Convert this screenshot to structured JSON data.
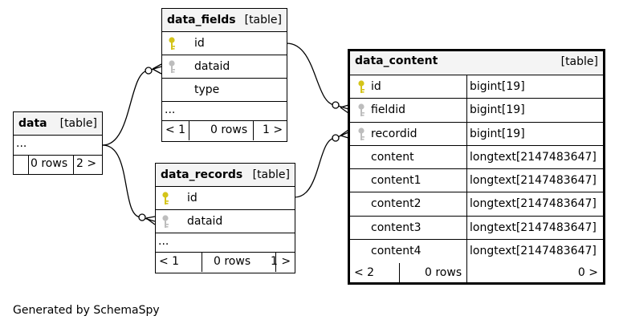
{
  "tables": {
    "data": {
      "name": "data",
      "kind": "[table]",
      "ellipsis": "...",
      "footer": {
        "left": "",
        "mid": "0 rows",
        "right": "2 >"
      }
    },
    "data_fields": {
      "name": "data_fields",
      "kind": "[table]",
      "columns": [
        {
          "name": "id",
          "key": "primary"
        },
        {
          "name": "dataid",
          "key": "foreign"
        },
        {
          "name": "type",
          "key": "none"
        }
      ],
      "ellipsis": "...",
      "footer": {
        "left": "< 1",
        "mid": "0 rows",
        "right": "1 >"
      }
    },
    "data_records": {
      "name": "data_records",
      "kind": "[table]",
      "columns": [
        {
          "name": "id",
          "key": "primary"
        },
        {
          "name": "dataid",
          "key": "foreign"
        }
      ],
      "ellipsis": "...",
      "footer": {
        "left": "< 1",
        "mid": "0 rows",
        "right": "1 >"
      }
    },
    "data_content": {
      "name": "data_content",
      "kind": "[table]",
      "columns": [
        {
          "name": "id",
          "type": "bigint[19]",
          "key": "primary"
        },
        {
          "name": "fieldid",
          "type": "bigint[19]",
          "key": "foreign"
        },
        {
          "name": "recordid",
          "type": "bigint[19]",
          "key": "foreign"
        },
        {
          "name": "content",
          "type": "longtext[2147483647]",
          "key": "none"
        },
        {
          "name": "content1",
          "type": "longtext[2147483647]",
          "key": "none"
        },
        {
          "name": "content2",
          "type": "longtext[2147483647]",
          "key": "none"
        },
        {
          "name": "content3",
          "type": "longtext[2147483647]",
          "key": "none"
        },
        {
          "name": "content4",
          "type": "longtext[2147483647]",
          "key": "none"
        }
      ],
      "footer": {
        "left": "< 2",
        "mid": "0 rows",
        "right": "0 >"
      }
    }
  },
  "relationships": [
    {
      "from": "data_fields.dataid",
      "to": "data"
    },
    {
      "from": "data_records.dataid",
      "to": "data"
    },
    {
      "from": "data_content.fieldid",
      "to": "data_fields.id"
    },
    {
      "from": "data_content.recordid",
      "to": "data_records.id"
    }
  ],
  "colors": {
    "primary_key": "#d4c41a",
    "foreign_key": "#bdbdbd",
    "header_bg": "#f4f4f4"
  },
  "footer_text": "Generated by SchemaSpy"
}
